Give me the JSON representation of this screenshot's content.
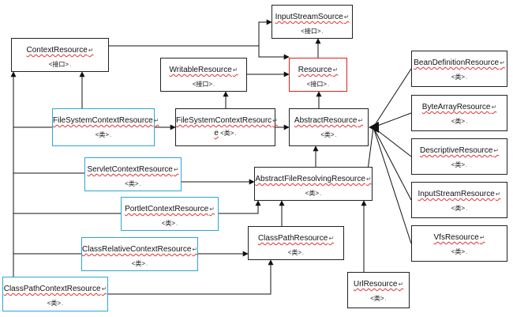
{
  "nodes": [
    {
      "id": "InputStreamSource",
      "name": "InputStreamSource",
      "stereo": "<接口>"
    },
    {
      "id": "ContextResource",
      "name": "ContextResource",
      "stereo": "<接口>"
    },
    {
      "id": "WritableResource",
      "name": "WritableResource",
      "stereo": "<接口>"
    },
    {
      "id": "Resource",
      "name": "Resource",
      "stereo": "<接口>"
    },
    {
      "id": "FileSystemContextResource",
      "name": "FileSystemContextResource",
      "stereo": "<类>"
    },
    {
      "id": "FileSystemContextResourceClass",
      "name": "FileSystemContextResourc",
      "name2": "e",
      "stereo": "<类>"
    },
    {
      "id": "AbstractResource",
      "name": "AbstractResource",
      "stereo": "<类>"
    },
    {
      "id": "ServletContextResource",
      "name": "ServletContextResource",
      "stereo": "<类>"
    },
    {
      "id": "AbstractFileResolvingResource",
      "name": "AbstractFileResolvingResource",
      "stereo": "<类>"
    },
    {
      "id": "PortletContextResource",
      "name": "PortletContextResource",
      "stereo": "<类>"
    },
    {
      "id": "ClassPathResource",
      "name": "ClassPathResource",
      "stereo": "<类>"
    },
    {
      "id": "ClassRelativeContextResource",
      "name": "ClassRelativeContextResource",
      "stereo": "<类>"
    },
    {
      "id": "ClassPathContextResource",
      "name": "ClassPathContextResource",
      "stereo": "<类>"
    },
    {
      "id": "UrlResource",
      "name": "UrlResource",
      "stereo": "<类>"
    },
    {
      "id": "BeanDefinitionResource",
      "name": "BeanDefinitionResource",
      "stereo": "<类>"
    },
    {
      "id": "ByteArrayResource",
      "name": "ByteArrayResource",
      "stereo": "<类>"
    },
    {
      "id": "DescriptiveResource",
      "name": "DescriptiveResource",
      "stereo": "<类>"
    },
    {
      "id": "InputStreamResource",
      "name": "InputStreamResource",
      "stereo": "<类>"
    },
    {
      "id": "VfsResource",
      "name": "VfsResource",
      "stereo": "<类>"
    }
  ],
  "colors": {
    "line": "#111111",
    "class_border": "#222222",
    "highlight_blue": "#2aa7d6",
    "highlight_red": "#e02020"
  }
}
